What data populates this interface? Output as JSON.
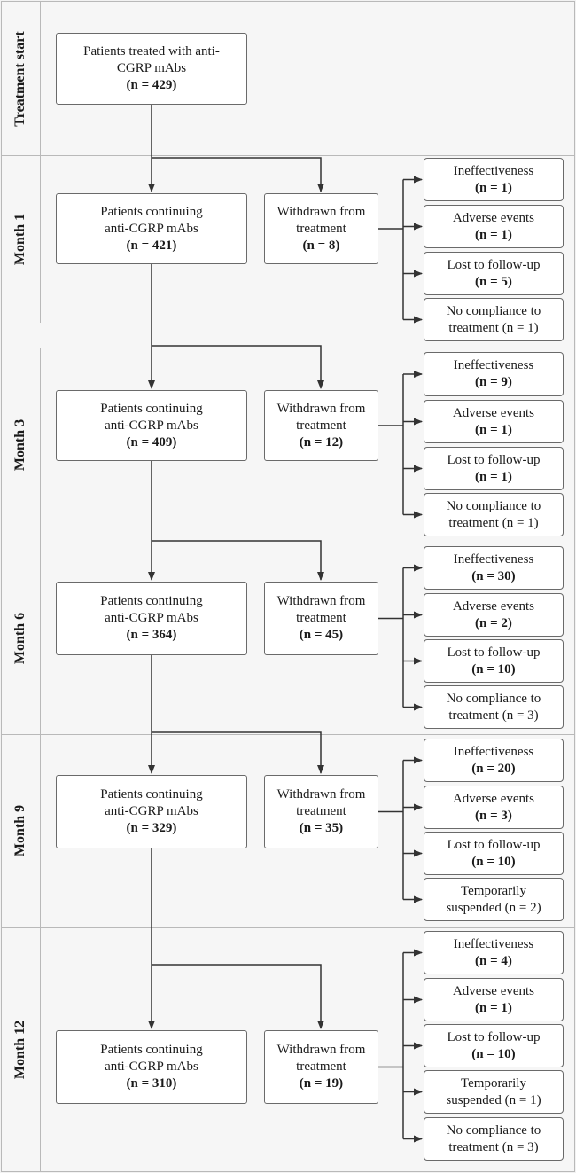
{
  "start": {
    "label": "Treatment start",
    "box": {
      "line1": "Patients treated with anti-",
      "line2": "CGRP mAbs",
      "n": "(n = 429)"
    }
  },
  "months": [
    {
      "label": "Month 1",
      "continuing": {
        "line1": "Patients continuing",
        "line2": "anti-CGRP mAbs",
        "n": "(n = 421)"
      },
      "withdrawn": {
        "line1": "Withdrawn from",
        "line2": "treatment",
        "n": "(n = 8)"
      },
      "reasons": [
        {
          "line1": "Ineffectiveness",
          "line2": "(n = 1)"
        },
        {
          "line1": "Adverse events",
          "line2": "(n = 1)"
        },
        {
          "line1": "Lost to follow-up",
          "line2": "(n = 5)"
        },
        {
          "line1": "No compliance to",
          "line2": "treatment (n = 1)"
        }
      ]
    },
    {
      "label": "Month 3",
      "continuing": {
        "line1": "Patients continuing",
        "line2": "anti-CGRP mAbs",
        "n": "(n = 409)"
      },
      "withdrawn": {
        "line1": "Withdrawn from",
        "line2": "treatment",
        "n": "(n = 12)"
      },
      "reasons": [
        {
          "line1": "Ineffectiveness",
          "line2": "(n = 9)"
        },
        {
          "line1": "Adverse events",
          "line2": "(n = 1)"
        },
        {
          "line1": "Lost to follow-up",
          "line2": "(n = 1)"
        },
        {
          "line1": "No compliance to",
          "line2": "treatment (n = 1)"
        }
      ]
    },
    {
      "label": "Month 6",
      "continuing": {
        "line1": "Patients continuing",
        "line2": "anti-CGRP mAbs",
        "n": "(n = 364)"
      },
      "withdrawn": {
        "line1": "Withdrawn from",
        "line2": "treatment",
        "n": "(n = 45)"
      },
      "reasons": [
        {
          "line1": "Ineffectiveness",
          "line2": "(n = 30)"
        },
        {
          "line1": "Adverse events",
          "line2": "(n = 2)"
        },
        {
          "line1": "Lost to follow-up",
          "line2": "(n = 10)"
        },
        {
          "line1": "No compliance to",
          "line2": "treatment (n = 3)"
        }
      ]
    },
    {
      "label": "Month 9",
      "continuing": {
        "line1": "Patients continuing",
        "line2": "anti-CGRP mAbs",
        "n": "(n = 329)"
      },
      "withdrawn": {
        "line1": "Withdrawn from",
        "line2": "treatment",
        "n": "(n = 35)"
      },
      "reasons": [
        {
          "line1": "Ineffectiveness",
          "line2": "(n = 20)"
        },
        {
          "line1": "Adverse events",
          "line2": "(n = 3)"
        },
        {
          "line1": "Lost to follow-up",
          "line2": "(n = 10)"
        },
        {
          "line1": "Temporarily",
          "line2": "suspended (n = 2)"
        }
      ]
    },
    {
      "label": "Month 12",
      "continuing": {
        "line1": "Patients continuing",
        "line2": "anti-CGRP mAbs",
        "n": "(n = 310)"
      },
      "withdrawn": {
        "line1": "Withdrawn from",
        "line2": "treatment",
        "n": "(n = 19)"
      },
      "reasons": [
        {
          "line1": "Ineffectiveness",
          "line2": "(n = 4)"
        },
        {
          "line1": "Adverse events",
          "line2": "(n = 1)"
        },
        {
          "line1": "Lost to follow-up",
          "line2": "(n = 10)"
        },
        {
          "line1": "Temporarily",
          "line2": "suspended (n = 1)"
        },
        {
          "line1": "No compliance to",
          "line2": "treatment (n = 3)"
        }
      ]
    }
  ]
}
